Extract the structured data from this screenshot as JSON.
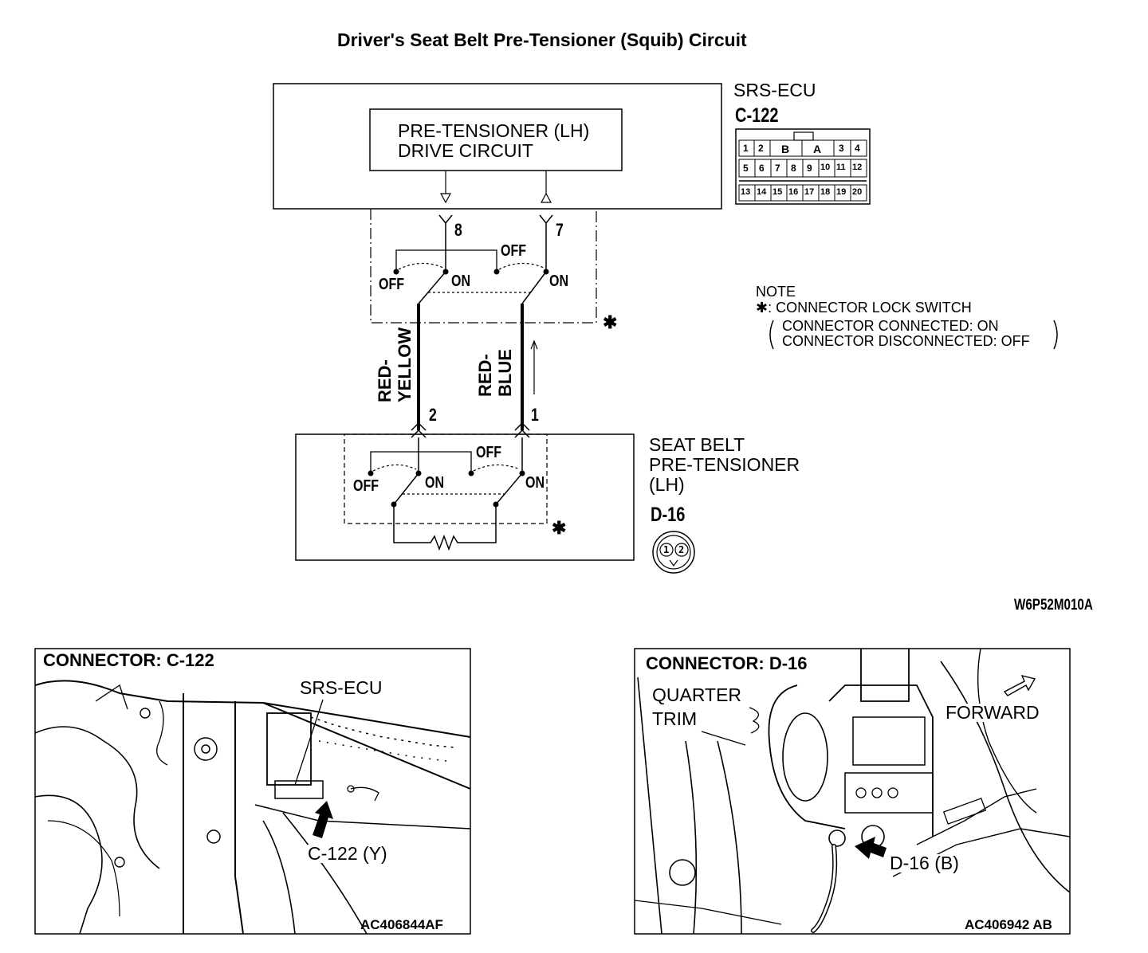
{
  "title": "Driver's Seat Belt Pre-Tensioner (Squib) Circuit",
  "ecu": {
    "name": "SRS-ECU",
    "connector": "C-122",
    "block_line1": "PRE-TENSIONER (LH)",
    "block_line2": "DRIVE CIRCUIT",
    "pins_row1": [
      "1",
      "2",
      "B",
      "A",
      "3",
      "4"
    ],
    "pins_row2": [
      "5",
      "6",
      "7",
      "8",
      "9",
      "10",
      "11",
      "12"
    ],
    "pins_row3": [
      "13",
      "14",
      "15",
      "16",
      "17",
      "18",
      "19",
      "20"
    ]
  },
  "terminals": {
    "ecu_a": "8",
    "ecu_b": "7",
    "seat_a": "2",
    "seat_b": "1"
  },
  "switch": {
    "on": "ON",
    "off": "OFF"
  },
  "wires": {
    "left": "RED-\nYELLOW",
    "left_l1": "RED-",
    "left_l2": "YELLOW",
    "right_l1": "RED-",
    "right_l2": "BLUE"
  },
  "note": {
    "heading": "NOTE",
    "line1": "✱: CONNECTOR LOCK SWITCH",
    "line2": "CONNECTOR CONNECTED: ON",
    "line3": "CONNECTOR DISCONNECTED: OFF"
  },
  "asterisk": "✱",
  "seatbelt": {
    "line1": "SEAT BELT",
    "line2": "PRE-TENSIONER",
    "line3": "(LH)",
    "connector": "D-16",
    "pin1": "1",
    "pin2": "2"
  },
  "diagram_code": "W6P52M010A",
  "photo_left": {
    "header": "CONNECTOR: C-122",
    "label_ecu": "SRS-ECU",
    "label_conn": "C-122 (Y)",
    "code": "AC406844AF"
  },
  "photo_right": {
    "header": "CONNECTOR: D-16",
    "label_trim1": "QUARTER",
    "label_trim2": "TRIM",
    "label_forward": "FORWARD",
    "label_conn": "D-16 (B)",
    "code": "AC406942 AB"
  }
}
